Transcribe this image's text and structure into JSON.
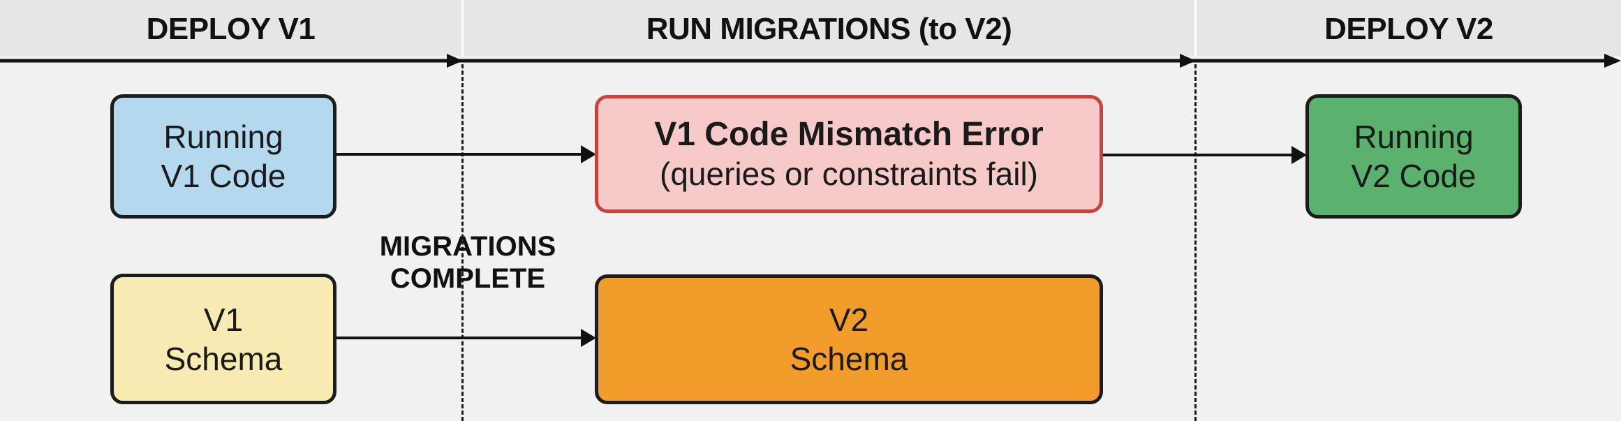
{
  "phases": [
    {
      "title": "DEPLOY V1"
    },
    {
      "title": "RUN MIGRATIONS (to V2)"
    },
    {
      "title": "DEPLOY V2"
    }
  ],
  "milestone": {
    "line1": "MIGRATIONS",
    "line2": "COMPLETE"
  },
  "nodes": {
    "v1_code": {
      "line1": "Running",
      "line2": "V1 Code",
      "color": "#b4d8ee"
    },
    "v1_schema": {
      "line1": "V1",
      "line2": "Schema",
      "color": "#f7eab3"
    },
    "error": {
      "title": "V1 Code Mismatch Error",
      "subtitle": "(queries or constraints fail)",
      "color": "#f7caca",
      "border": "#c8433c"
    },
    "v2_schema": {
      "line1": "V2",
      "line2": "Schema",
      "color": "#f29c2b"
    },
    "v2_code": {
      "line1": "Running",
      "line2": "V2 Code",
      "color": "#5bb26f"
    }
  },
  "edges": [
    {
      "from": "v1_code",
      "to": "error"
    },
    {
      "from": "error",
      "to": "v2_code"
    },
    {
      "from": "v1_schema",
      "to": "v2_schema"
    }
  ]
}
